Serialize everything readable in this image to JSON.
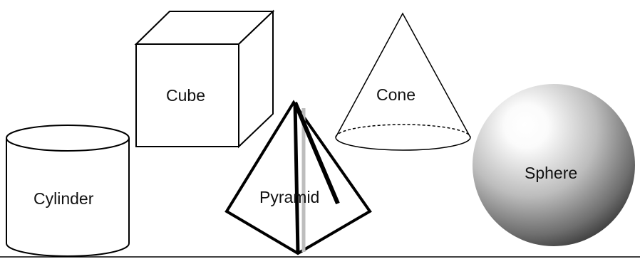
{
  "shapes": {
    "cylinder": {
      "label": "Cylinder"
    },
    "cube": {
      "label": "Cube"
    },
    "pyramid": {
      "label": "Pyramid"
    },
    "cone": {
      "label": "Cone"
    },
    "sphere": {
      "label": "Sphere"
    }
  },
  "colors": {
    "stroke": "#000000",
    "sphere_highlight": "#ffffff",
    "sphere_shadow": "#3a3a3a",
    "pyramid_face_highlight": "#bdbdbd"
  }
}
